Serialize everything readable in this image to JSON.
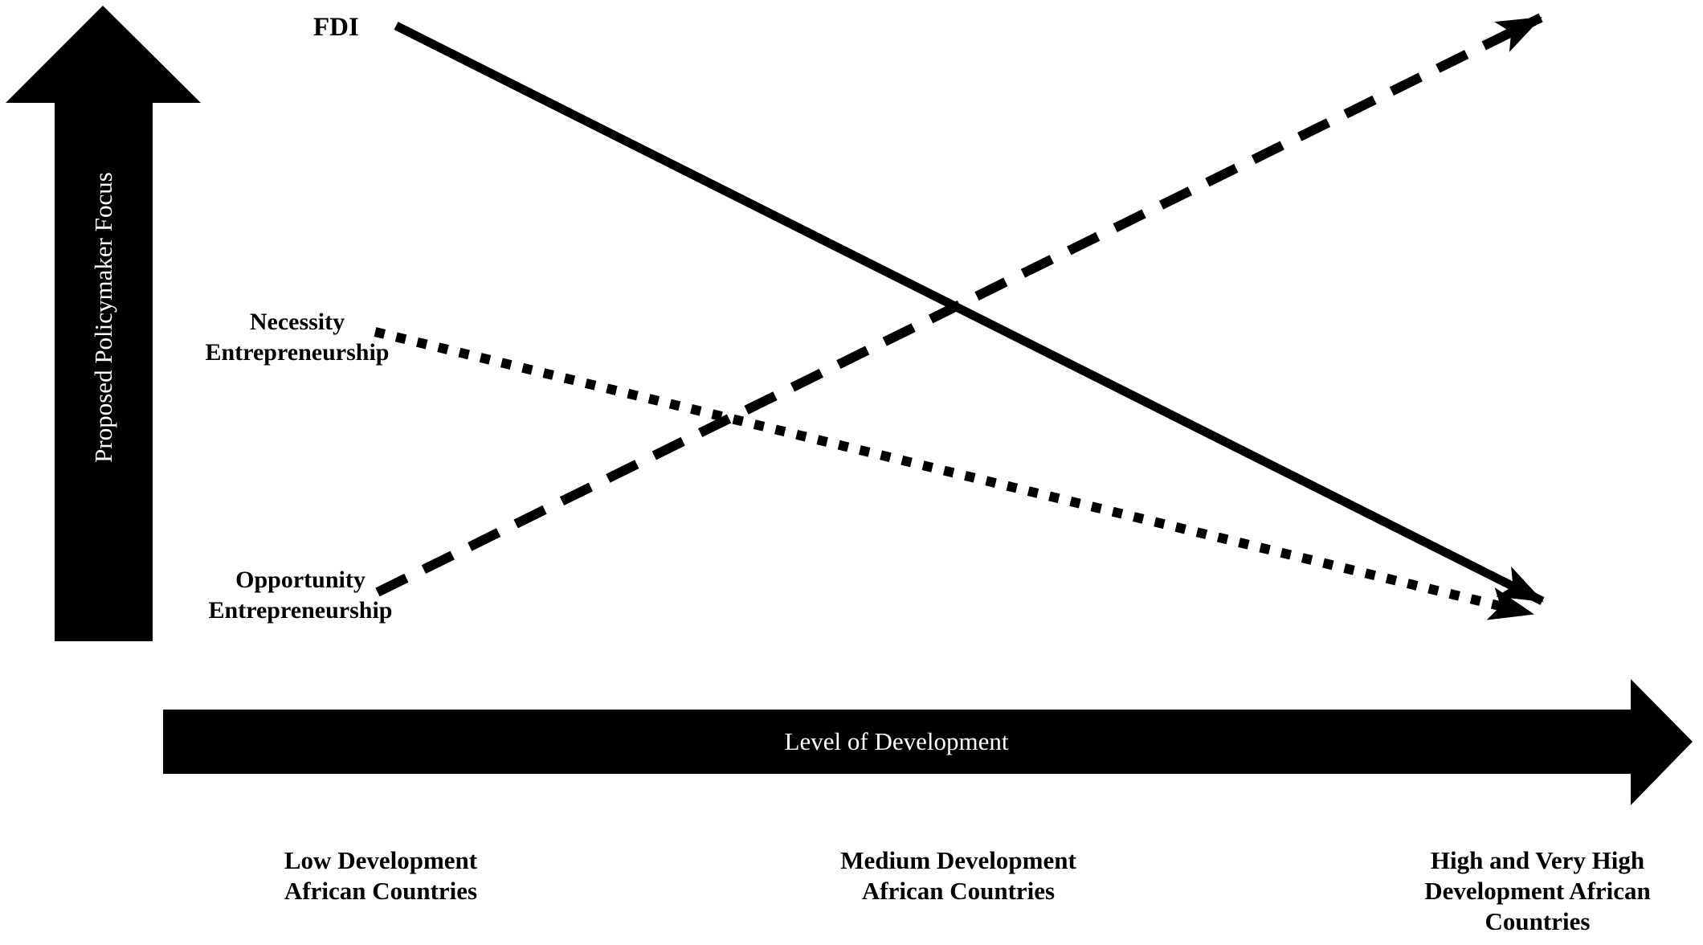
{
  "figure": {
    "background_color": "#ffffff",
    "ink_color": "#000000",
    "axis_text_color": "#ffffff"
  },
  "axes": {
    "y_label": "Proposed Policymaker Focus",
    "x_label": "Level of Development"
  },
  "series_labels": {
    "fdi": "FDI",
    "necessity_line1": "Necessity",
    "necessity_line2": "Entrepreneurship",
    "opportunity_line1": "Opportunity",
    "opportunity_line2": "Entrepreneurship"
  },
  "category_labels": {
    "low_line1": "Low Development",
    "low_line2": "African Countries",
    "medium_line1": "Medium Development",
    "medium_line2": "African Countries",
    "high_line1": "High and Very High",
    "high_line2": "Development African",
    "high_line3": "Countries"
  },
  "chart_data": {
    "type": "line",
    "title": "",
    "xlabel": "Level of Development",
    "ylabel": "Proposed Policymaker Focus",
    "categories": [
      "Low Development African Countries",
      "Medium Development African Countries",
      "High and Very High Development African Countries"
    ],
    "series": [
      {
        "name": "FDI",
        "line_style": "solid",
        "trend": "decreasing",
        "arrow_end": true,
        "values": [
          97,
          58,
          18
        ]
      },
      {
        "name": "Necessity Entrepreneurship",
        "line_style": "dotted",
        "trend": "decreasing",
        "arrow_end": true,
        "values": [
          57,
          41,
          16
        ]
      },
      {
        "name": "Opportunity Entrepreneurship",
        "line_style": "dashed",
        "trend": "increasing",
        "arrow_end": true,
        "values": [
          15,
          52,
          98
        ]
      }
    ],
    "legend_position": "inline-labels-at-line-start",
    "grid": false,
    "axis_style": "thick-black-arrows",
    "notes": "Conceptual diagram: FDI (solid) and Necessity Entrepreneurship (dotted) decline with development and converge at lower right; Opportunity Entrepreneurship (dashed) rises with development to upper right."
  }
}
